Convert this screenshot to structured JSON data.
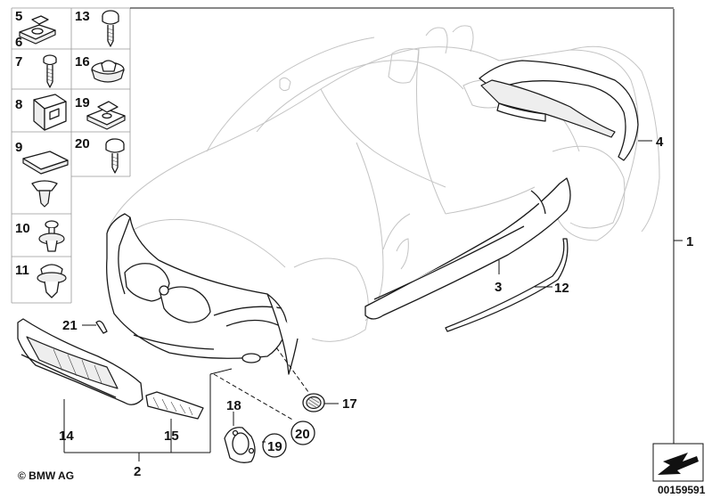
{
  "diagram": {
    "copyright": "© BMW AG",
    "drawing_number": "00159591",
    "legend_labels": [
      "5",
      "6",
      "13",
      "7",
      "16",
      "8",
      "19",
      "9",
      "20",
      "10",
      "11"
    ],
    "callouts": {
      "p1": "1",
      "p2": "2",
      "p3": "3",
      "p4": "4",
      "p12": "12",
      "p14": "14",
      "p15": "15",
      "p17": "17",
      "p18": "18",
      "p19": "19",
      "p20": "20",
      "p21": "21"
    },
    "icons": [
      "clip-nut-icon",
      "screw-icon",
      "expanding-rivet-icon",
      "bracket-icon",
      "spring-nut-icon",
      "arrow-icon"
    ]
  }
}
